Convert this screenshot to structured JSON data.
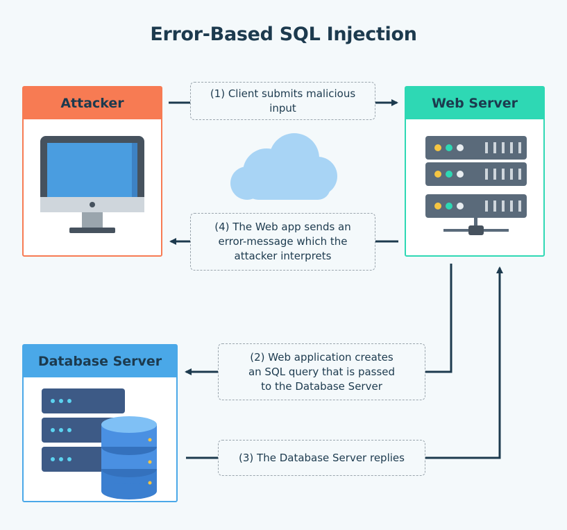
{
  "title": "Error-Based SQL Injection",
  "nodes": {
    "attacker": "Attacker",
    "web_server": "Web Server",
    "database_server": "Database Server"
  },
  "steps": {
    "step1": "(1) Client submits malicious\ninput",
    "step2": "(2) Web application creates\nan SQL query that is passed\nto the Database Server",
    "step3": "(3) The Database Server replies",
    "step4": "(4) The Web app sends an\nerror-message which the\nattacker interprets"
  },
  "colors": {
    "attacker_accent": "#f77b53",
    "web_server_accent": "#2ed8b4",
    "database_accent": "#4aa8e8",
    "ink": "#1c3a4e"
  },
  "icons": [
    "monitor-icon",
    "cloud-icon",
    "server-rack-icon",
    "database-icon"
  ]
}
